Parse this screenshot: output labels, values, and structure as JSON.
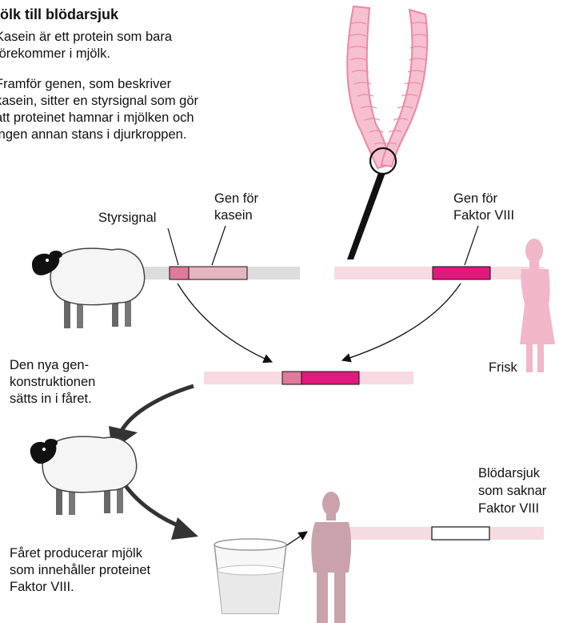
{
  "title": "Mjölk till blödarsjuk",
  "intro": [
    "Kasein är ett protein som bara",
    "förekommer i mjölk.",
    "Framför genen, som beskriver",
    "kasein, sitter en styrsignal som gör",
    "att proteinet hamnar i mjölken och",
    "ingen annan stans i djurkroppen."
  ],
  "labels": {
    "styrsignal": "Styrsignal",
    "gen_kasein": [
      "Gen för",
      "kasein"
    ],
    "gen_faktor": [
      "Gen för",
      "Faktor VIII"
    ],
    "frisk": "Frisk",
    "konstruktion": [
      "Den nya gen-",
      "konstruktionen",
      "sätts in i fåret."
    ],
    "blodarsjuk": [
      "Blödarsjuk",
      "som saknar",
      "Faktor VIII"
    ],
    "mjolk": [
      "Fåret producerar mjölk",
      "som innehåller proteinet",
      "Faktor VIII."
    ]
  },
  "colors": {
    "gray_dna": "#dddddd",
    "light_pink_dna": "#f6dbe1",
    "styrsignal_pink": "#e07a9b",
    "kasein_pink": "#e3b6c2",
    "faktor_magenta": "#e0197c",
    "chromosome": "#ee86a5",
    "human_pink": "#f2b6c9",
    "human_mauve": "#c9a2ab",
    "sheep_wool": "#f5f5f5",
    "sheep_head": "#111111"
  }
}
